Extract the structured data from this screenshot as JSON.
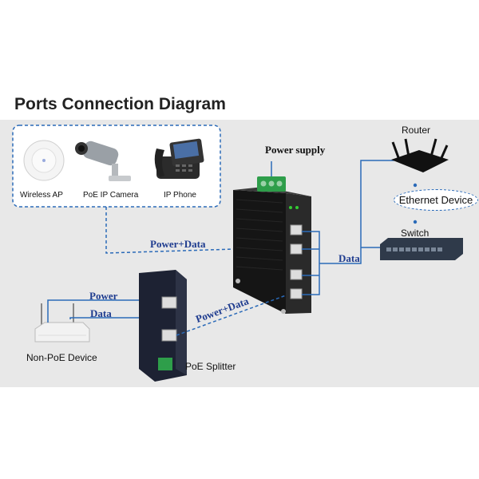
{
  "title": "Ports Connection Diagram",
  "devices": {
    "wireless_ap": "Wireless AP",
    "ip_camera": "PoE IP Camera",
    "ip_phone": "IP Phone",
    "power_supply": "Power supply",
    "router": "Router",
    "ethernet_device": "Ethernet Device",
    "switch": "Switch",
    "non_poe_device": "Non-PoE Device",
    "poe_splitter": "PoE Splitter"
  },
  "links": {
    "power_data_top": "Power+Data",
    "data_right": "Data",
    "power_left": "Power",
    "data_left": "Data",
    "power_data_splitter": "Power+Data"
  },
  "colors": {
    "accent": "#1f3c8f",
    "line": "#2a6ab8",
    "panel": "#e8e8e8"
  }
}
